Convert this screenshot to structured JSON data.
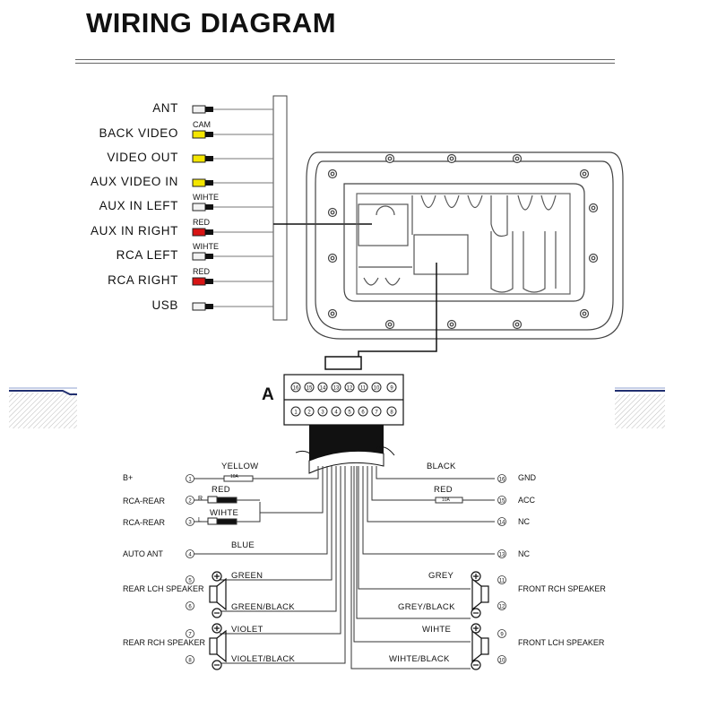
{
  "title": "WIRING DIAGRAM",
  "inputs": [
    {
      "label": "ANT",
      "tag": "",
      "color": "#f2f2f2"
    },
    {
      "label": "BACK VIDEO",
      "tag": "CAM",
      "color": "#f4e600"
    },
    {
      "label": "VIDEO OUT",
      "tag": "",
      "color": "#f4e600"
    },
    {
      "label": "AUX VIDEO IN",
      "tag": "",
      "color": "#f4e600"
    },
    {
      "label": "AUX  IN  LEFT",
      "tag": "WIHTE",
      "color": "#f2f2f2"
    },
    {
      "label": "AUX  IN  RIGHT",
      "tag": "RED",
      "color": "#d81414"
    },
    {
      "label": "RCA  LEFT",
      "tag": "WIHTE",
      "color": "#f2f2f2"
    },
    {
      "label": "RCA  RIGHT",
      "tag": "RED",
      "color": "#d81414"
    },
    {
      "label": "USB",
      "tag": "",
      "color": "#f2f2f2"
    }
  ],
  "connector": {
    "label": "A",
    "top_pins": [
      "16",
      "15",
      "14",
      "13",
      "12",
      "11",
      "10",
      "9"
    ],
    "bottom_pins": [
      "1",
      "2",
      "3",
      "4",
      "5",
      "6",
      "7",
      "8"
    ]
  },
  "left_wires": [
    {
      "pin": "1",
      "func": "B+",
      "wire": "YELLOW"
    },
    {
      "pin": "2",
      "func": "RCA-REAR",
      "wire": "RED",
      "mark": "R"
    },
    {
      "pin": "3",
      "func": "RCA-REAR",
      "wire": "WIHTE",
      "mark": "L"
    },
    {
      "pin": "4",
      "func": "AUTO ANT",
      "wire": "BLUE"
    },
    {
      "pin": "5",
      "wire": "GREEN"
    },
    {
      "pin": "6",
      "wire": "GREEN/BLACK"
    },
    {
      "pin": "7",
      "wire": "VIOLET"
    },
    {
      "pin": "8",
      "wire": "VIOLET/BLACK"
    }
  ],
  "right_wires": [
    {
      "pin": "16",
      "func": "GND",
      "wire": "BLACK"
    },
    {
      "pin": "15",
      "func": "ACC",
      "wire": "RED"
    },
    {
      "pin": "14",
      "func": "NC",
      "wire": ""
    },
    {
      "pin": "13",
      "func": "NC",
      "wire": ""
    },
    {
      "pin": "11",
      "wire": "GREY"
    },
    {
      "pin": "12",
      "wire": "GREY/BLACK"
    },
    {
      "pin": "9",
      "wire": "WIHTE"
    },
    {
      "pin": "10",
      "wire": "WIHTE/BLACK"
    }
  ],
  "speakers": {
    "rear_left": "REAR LCH SPEAKER",
    "rear_right": "REAR RCH SPEAKER",
    "front_right": "FRONT RCH SPEAKER",
    "front_left": "FRONT LCH SPEAKER"
  },
  "fuse_label": "10A"
}
